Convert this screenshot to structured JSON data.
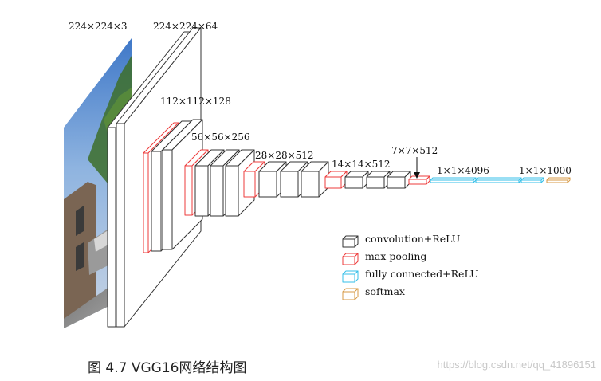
{
  "colors": {
    "conv": "#333333",
    "pool": "#ee3b3b",
    "fc": "#36bfe8",
    "softmax": "#d79a45"
  },
  "labels": {
    "input": "224×224×3",
    "b1": "224×224×64",
    "b2": "112×112×128",
    "b3": "56×56×256",
    "b4": "28×28×512",
    "b5": "14×14×512",
    "pool5": "7×7×512",
    "fc": "1×1×4096",
    "out": "1×1×1000"
  },
  "legend": [
    {
      "label": "convolution+ReLU",
      "kind": "conv"
    },
    {
      "label": "max pooling",
      "kind": "pool"
    },
    {
      "label": "fully connected+ReLU",
      "kind": "fc"
    },
    {
      "label": "softmax",
      "kind": "softmax"
    }
  ],
  "caption": "图 4.7 VGG16网络结构图",
  "watermark": "https://blog.csdn.net/qq_41896151"
}
